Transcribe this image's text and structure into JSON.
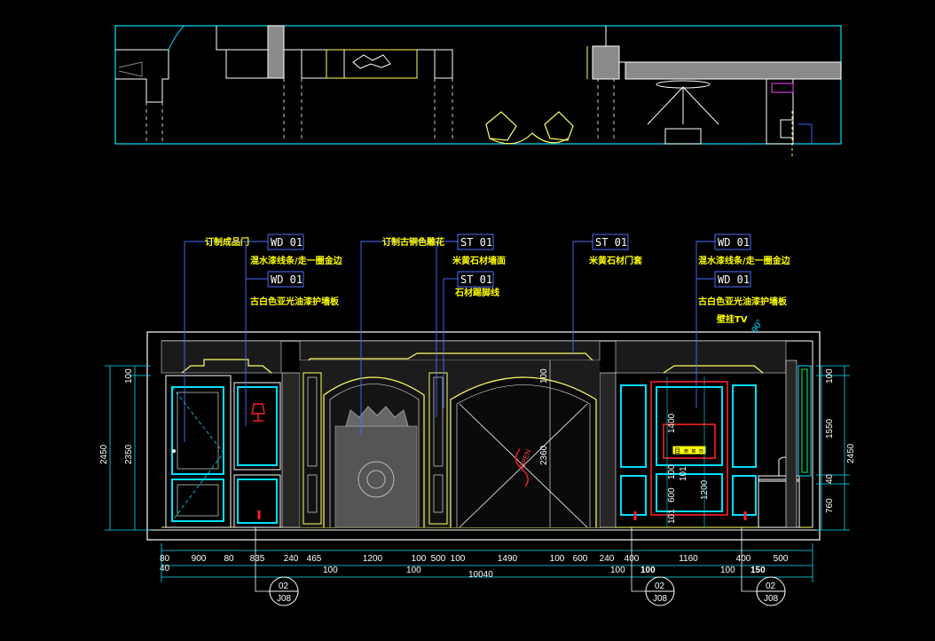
{
  "colors": {
    "background": "#000000",
    "frame": "#ffffff",
    "cyan": "#00e0ff",
    "yellow": "#ffff66",
    "tag_blue": "#6f8cff",
    "red": "#ff2020",
    "grey": "#8a8a8a",
    "dim": "#aaffff",
    "label": "#ffff00"
  },
  "material_tags": {
    "wd_left_1": "WD 01",
    "wd_left_2": "WD 01",
    "st_center_1": "ST 01",
    "st_center_2": "ST 01",
    "st_right": "ST 01",
    "wd_right_1": "WD 01",
    "wd_right_2": "WD 01"
  },
  "labels": {
    "door": "订制成品门",
    "wood_line_left": "混水漆线条/走一圈金边",
    "wall_panel_left": "古白色亚光油漆护墙板",
    "carved_screen": "订制古铜色雕花",
    "stone_wall": "米黄石材墙面",
    "stone_skirting": "石材踢脚线",
    "stone_frame": "米黄石材门套",
    "wood_line_right": "混水漆线条/走一圈金边",
    "wall_panel_right": "古白色亚光油漆护墙板",
    "tv": "壁挂TV",
    "open": "OPEN",
    "tv_box": "目 ⊞ ⊠ ⊟"
  },
  "dimensions": {
    "bottom_row1": [
      "40",
      "900",
      "80",
      "835",
      "240",
      "465",
      "1200",
      "100",
      "500",
      "100",
      "1490",
      "100",
      "600",
      "240",
      "400",
      "1160",
      "400",
      "500"
    ],
    "bottom_row1_first": "80",
    "bottom_row1_first2": "40",
    "bottom_row2": [
      "100",
      "100",
      "100",
      "100",
      "100",
      "150"
    ],
    "total": "10040",
    "left_outer": "2450",
    "left_inner": "2350",
    "left_top": "100",
    "right_outer": "2450",
    "right_1550": "1550",
    "right_40": "40",
    "right_760": "760",
    "right_top": "100",
    "center_2360": "2360",
    "center_top": "100",
    "tv_1400": "1400",
    "tv_100": "100",
    "tv_600": "600",
    "tv_101a": "101",
    "tv_101b": "101",
    "tv_1200": "1200",
    "angle": "90°"
  },
  "callouts": [
    {
      "top": "02",
      "bottom": "J08"
    },
    {
      "top": "02",
      "bottom": "J08"
    },
    {
      "top": "02",
      "bottom": "J08"
    }
  ]
}
